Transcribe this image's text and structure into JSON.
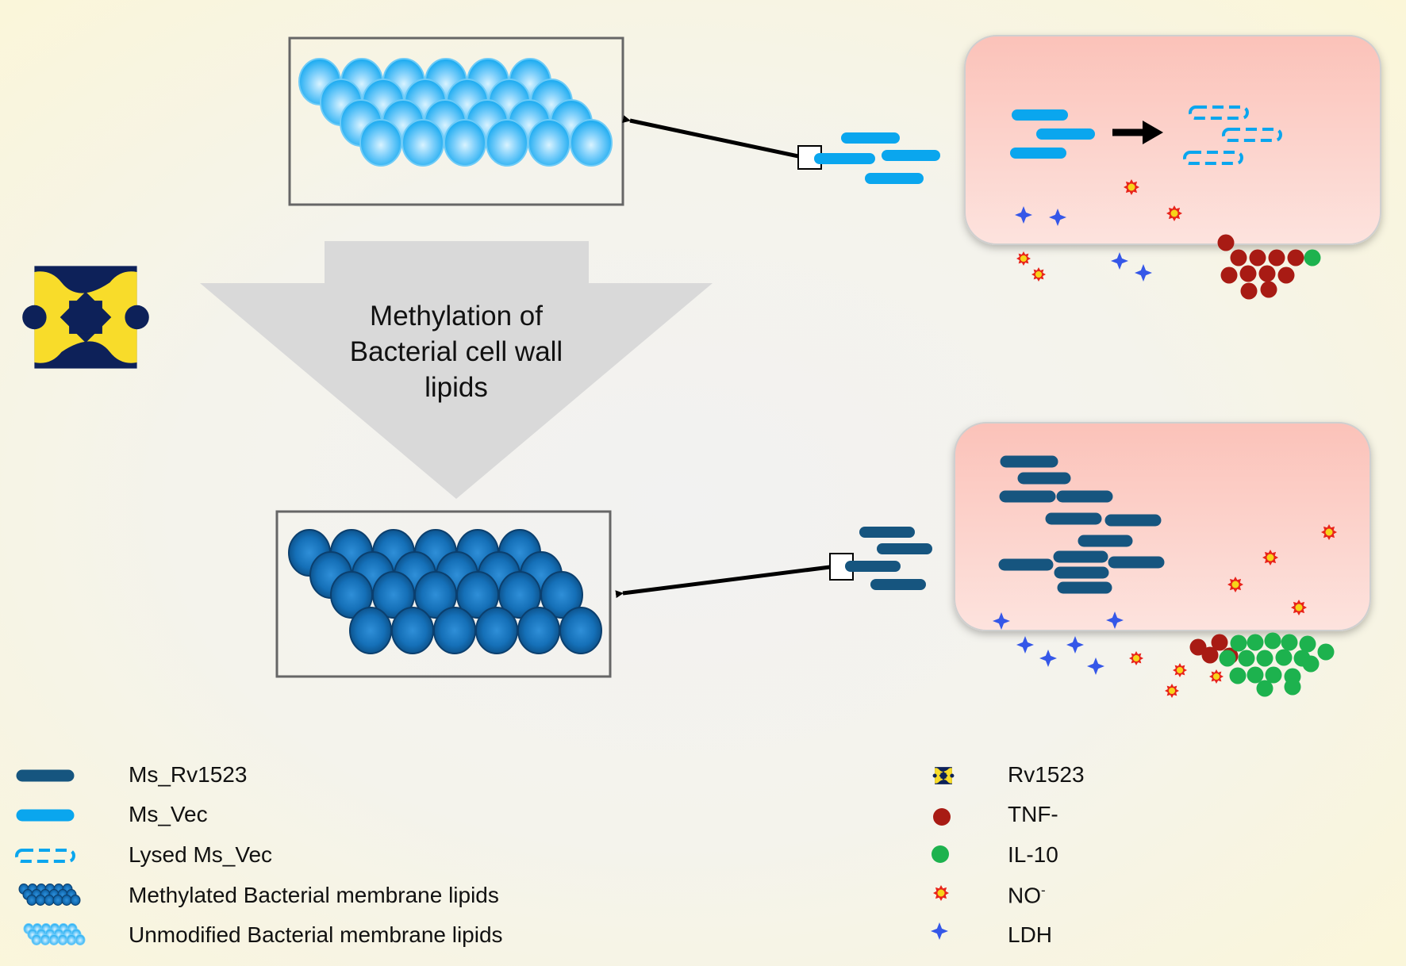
{
  "arrow_label": [
    "Methylation of",
    "Bacterial cell wall",
    "lipids"
  ],
  "legend_left": [
    {
      "icon": "dark-bacillus-icon",
      "label": "Ms_Rv1523"
    },
    {
      "icon": "light-bacillus-icon",
      "label": "Ms_Vec"
    },
    {
      "icon": "lysed-bacillus-icon",
      "label": "Lysed Ms_Vec"
    },
    {
      "icon": "methylated-lipid-lattice-icon",
      "label": "Methylated Bacterial membrane lipids"
    },
    {
      "icon": "unmodified-lipid-lattice-icon",
      "label": "Unmodified Bacterial membrane lipids"
    }
  ],
  "legend_right": [
    {
      "icon": "rv1523-enzyme-icon",
      "label": "Rv1523",
      "sup": ""
    },
    {
      "icon": "tnf-dot-icon",
      "label": "TNF-",
      "sup": ""
    },
    {
      "icon": "il10-dot-icon",
      "label": "IL-10",
      "sup": ""
    },
    {
      "icon": "no-sunburst-icon",
      "label": "NO",
      "sup": "-"
    },
    {
      "icon": "ldh-star-icon",
      "label": "LDH",
      "sup": ""
    }
  ],
  "colors": {
    "light_bacillus": "#0aa6ee",
    "dark_bacillus": "#16557f",
    "tnf": "#a81b14",
    "il10": "#1db24e",
    "no_outer": "#e8241b",
    "no_inner": "#f6d41a",
    "ldh": "#3557e8",
    "enzyme_yellow": "#f8dc2a",
    "enzyme_navy": "#0d2159",
    "macrophage_fill": "#fbd3cd",
    "arrow_grey": "#d9d9d9"
  }
}
